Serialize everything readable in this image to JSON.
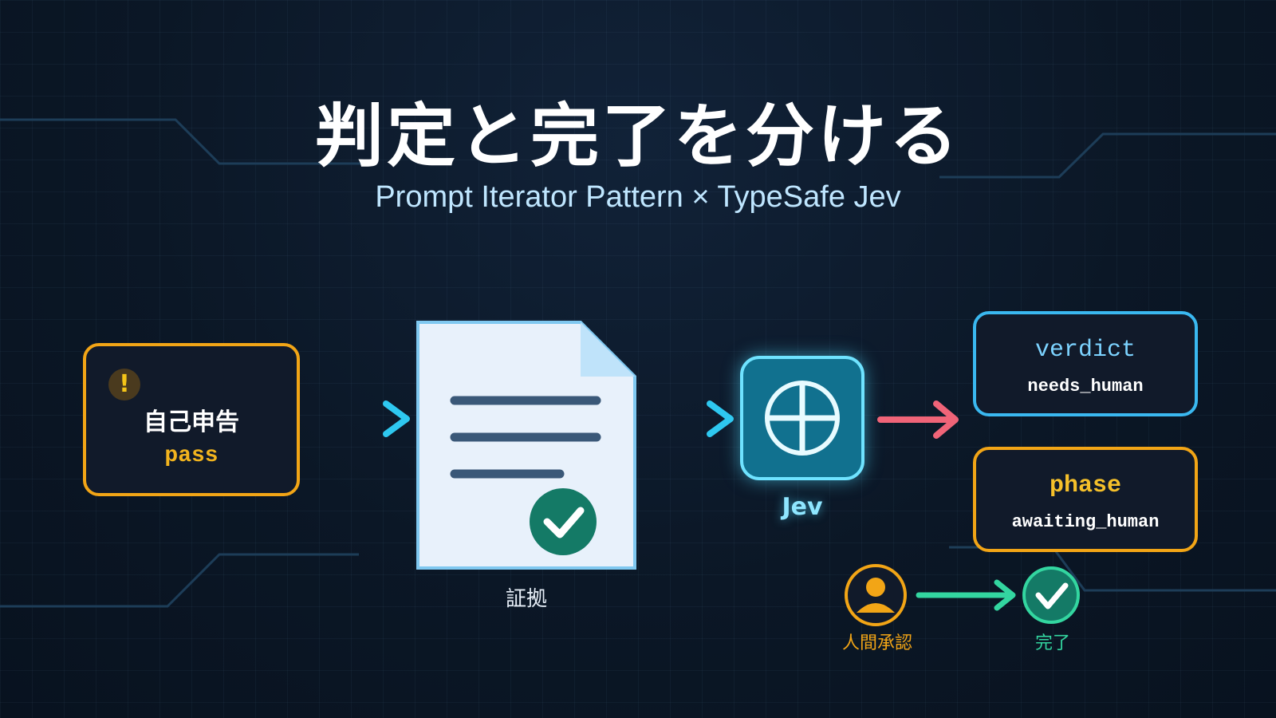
{
  "title": "判定と完了を分ける",
  "subtitle": "Prompt Iterator Pattern × TypeSafe Jev",
  "self_report": {
    "label": "自己申告",
    "value": "pass"
  },
  "evidence": {
    "label": "証拠"
  },
  "jev": {
    "label": "Jev"
  },
  "verdict": {
    "key": "verdict",
    "value": "needs_human"
  },
  "phase": {
    "key": "phase",
    "value": "awaiting_human"
  },
  "human_approval": {
    "label": "人間承認"
  },
  "done": {
    "label": "完了"
  },
  "colors": {
    "background": "#0b1726",
    "orange": "#f2a516",
    "cyan": "#2ec8f0",
    "teal": "#11718f",
    "pink": "#f06478",
    "green": "#33d6a0",
    "dark_green": "#147a66"
  },
  "icons": [
    "warning-icon",
    "chevron-right-icon",
    "document-icon",
    "check-circle-icon",
    "plus-circle-icon",
    "arrow-right-icon",
    "person-icon"
  ]
}
